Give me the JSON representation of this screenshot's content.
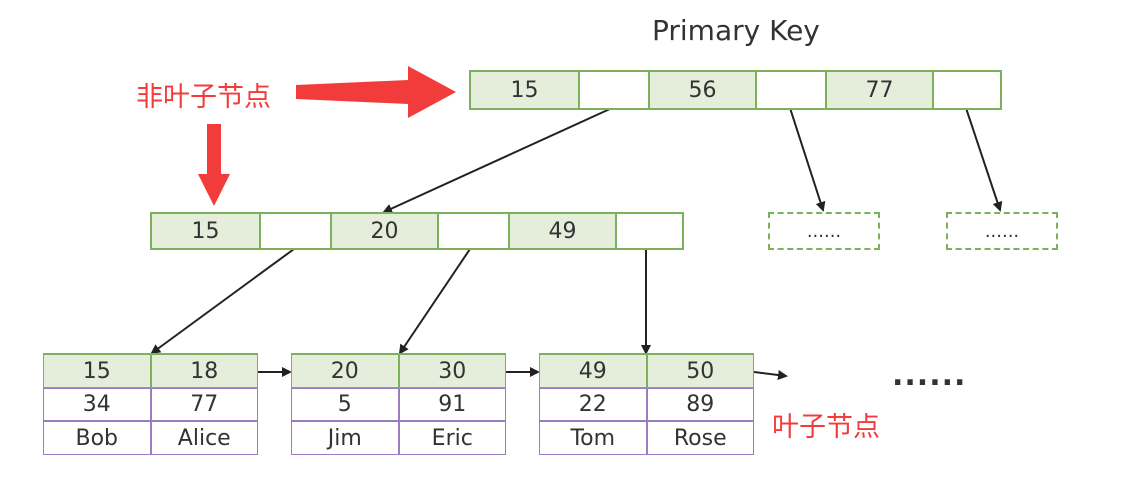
{
  "title": "Primary Key",
  "labels": {
    "non_leaf": "非叶子节点",
    "leaf": "叶子节点"
  },
  "root_node": {
    "keys": [
      "15",
      "56",
      "77"
    ]
  },
  "internal_node": {
    "keys": [
      "15",
      "20",
      "49"
    ]
  },
  "placeholder_text": "......",
  "leaf_nodes": [
    {
      "keys": [
        "15",
        "18"
      ],
      "values": [
        "34",
        "77"
      ],
      "names": [
        "Bob",
        "Alice"
      ]
    },
    {
      "keys": [
        "20",
        "30"
      ],
      "values": [
        "5",
        "91"
      ],
      "names": [
        "Jim",
        "Eric"
      ]
    },
    {
      "keys": [
        "49",
        "50"
      ],
      "values": [
        "22",
        "89"
      ],
      "names": [
        "Tom",
        "Rose"
      ]
    }
  ],
  "more_ellipsis": "......",
  "colors": {
    "node_border": "#7db05b",
    "key_fill": "#e5eedb",
    "value_border": "#9b7cc2",
    "label_red": "#f23c3c",
    "arrow": "#222222"
  }
}
